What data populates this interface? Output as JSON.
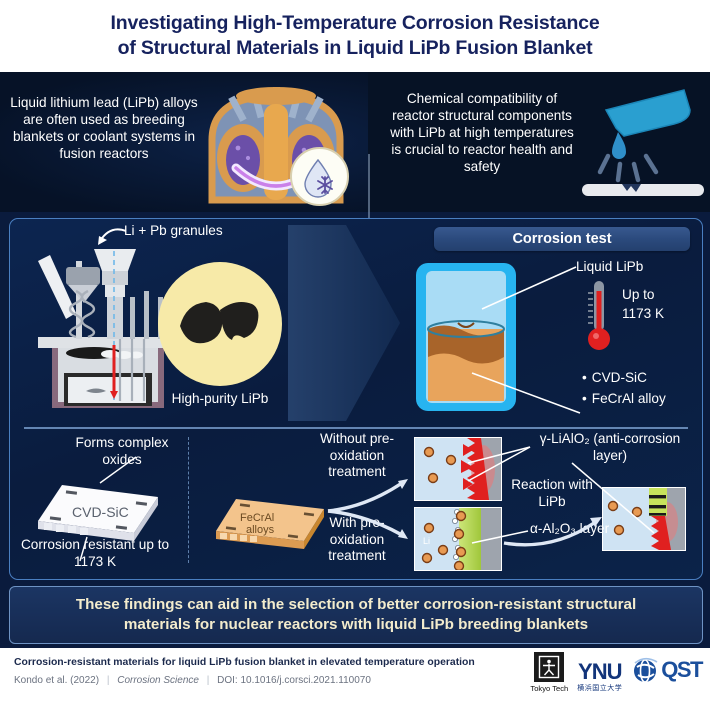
{
  "title": {
    "line1": "Investigating High-Temperature Corrosion Resistance",
    "line2": "of Structural Materials in Liquid LiPb Fusion Blanket"
  },
  "top_panels": {
    "left": {
      "text": "Liquid lithium lead (LiPb) alloys are often used as breeding blankets or coolant systems in fusion reactors",
      "icon_reactor": "tokamak-reactor-icon",
      "icon_badge": "coolant-droplet-snowflake-icon"
    },
    "right": {
      "text": "Chemical compatibility of reactor structural components with LiPb at high temperatures is crucial to reactor health and safety",
      "icon": "flask-pouring-onto-corroding-bar-icon"
    }
  },
  "main": {
    "synthesis": {
      "granules_label": "Li + Pb granules",
      "apparatus_icon": "furnace-crucible-apparatus-icon",
      "magnified_label": "High-purity LiPb",
      "magnifier_icon": "lipb-ingot-magnifier-icon"
    },
    "corrosion_test": {
      "header": "Corrosion test",
      "beaker_icon": "beaker-with-liquid-lipb-icon",
      "liquid_label": "Liquid LiPb",
      "thermometer_icon": "thermometer-icon",
      "temperature": "Up to\n1173 K",
      "temperature_line1": "Up to",
      "temperature_line2": "1173 K",
      "materials": [
        "CVD-SiC",
        "FeCrAl alloy"
      ]
    },
    "results": {
      "sic": {
        "top_label": "Forms complex oxides",
        "plate_label": "CVD-SiC",
        "bottom_label": "Corrosion resistant up to 1173 K",
        "plate_icon": "cvd-sic-sample-plate-icon"
      },
      "fecral": {
        "plate_label_line1": "FeCrAl",
        "plate_label_line2": "alloys",
        "plate_icon": "fecral-alloy-sample-plate-icon",
        "branch_without": "Without pre-oxidation treatment",
        "branch_with": "With pre-oxidation treatment",
        "reaction_label": "Reaction with LiPb",
        "layer_gamma": "γ-LiAlO₂ (anti-corrosion layer)",
        "layer_alpha": "α-Al₂O₃ layer",
        "li_marker": "Li"
      }
    }
  },
  "conclusion": {
    "line1": "These findings can aid in the selection of better corrosion-resistant structural",
    "line2": "materials for nuclear reactors with liquid LiPb breeding blankets"
  },
  "footer": {
    "paper_title": "Corrosion-resistant materials for liquid LiPb fusion blanket in elevated temperature operation",
    "authors": "Kondo et al. (2022)",
    "journal": "Corrosion Science",
    "doi": "DOI: 10.1016/j.corsci.2021.110070",
    "logos": {
      "tokyo_tech": "Tokyo Tech",
      "ynu": "YNU",
      "ynu_jp": "横浜国立大学",
      "qst": "QST"
    }
  },
  "colors": {
    "title_navy": "#16225e",
    "bg_navy": "#0a1b3d",
    "accent_blue": "#4a7fc1",
    "corrosion_red": "#e02020",
    "oxide_green": "#b5d94a",
    "lipb_orange": "#e8a45c",
    "conclusion_cream": "#f3eccd"
  }
}
